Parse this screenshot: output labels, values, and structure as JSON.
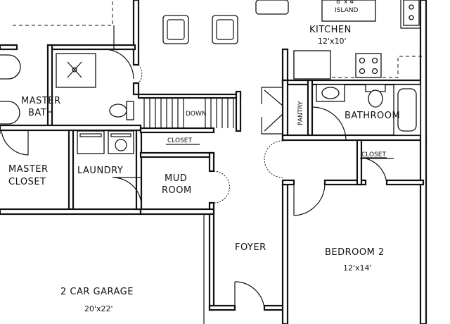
{
  "rooms": {
    "kitchen": {
      "name": "KITCHEN",
      "dim": "12'x10'"
    },
    "island": {
      "name": "ISLAND",
      "dim_partial": "8' x 4'"
    },
    "master_bath": {
      "line1": "MASTER",
      "line2": "BATH"
    },
    "master_closet": {
      "line1": "MASTER",
      "line2": "CLOSET"
    },
    "laundry": {
      "name": "LAUNDRY"
    },
    "mud_room": {
      "line1": "MUD",
      "line2": "ROOM"
    },
    "closet_hall": {
      "name": "CLOSET"
    },
    "stairs": {
      "name": "DOWN"
    },
    "pantry": {
      "name": "PANTRY"
    },
    "bathroom": {
      "name": "BATHROOM"
    },
    "closet_bedroom": {
      "name": "CLOSET"
    },
    "bedroom2": {
      "name": "BEDROOM 2",
      "dim": "12'x14'"
    },
    "foyer": {
      "name": "FOYER"
    },
    "garage": {
      "name": "2 CAR GARAGE",
      "dim": "20'x22'"
    }
  }
}
